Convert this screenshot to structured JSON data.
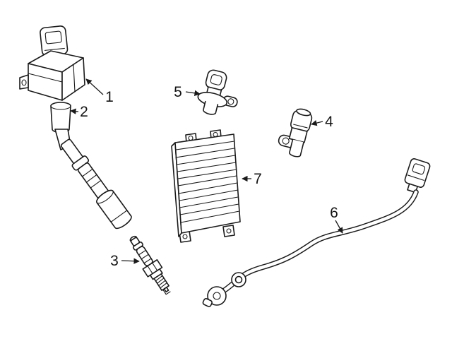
{
  "page": {
    "kind": "exploded-parts-diagram",
    "background_color": "#ffffff",
    "line_color": "#1a1a1a"
  },
  "diagram": {
    "callouts": [
      {
        "text": "1",
        "points_to": "ignition-coil"
      },
      {
        "text": "2",
        "points_to": "coil-boot"
      },
      {
        "text": "3",
        "points_to": "spark-plug"
      },
      {
        "text": "4",
        "points_to": "sensor-right"
      },
      {
        "text": "5",
        "points_to": "sensor-top-center"
      },
      {
        "text": "6",
        "points_to": "wiring-harness"
      },
      {
        "text": "7",
        "points_to": "control-module"
      }
    ]
  }
}
